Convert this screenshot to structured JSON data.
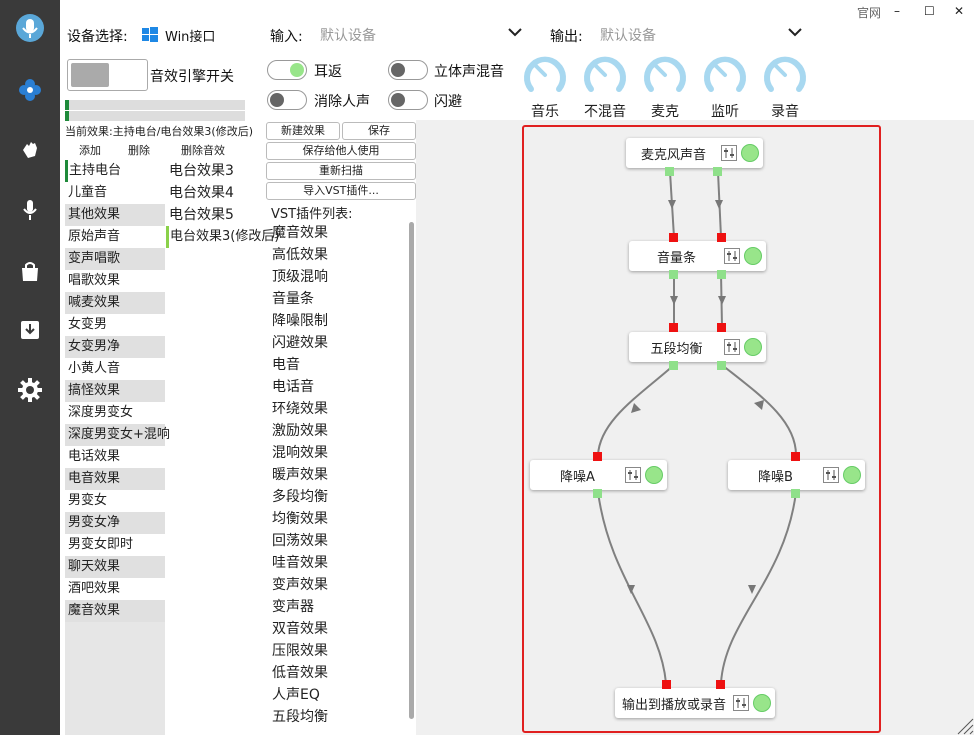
{
  "window": {
    "official_link": "官网",
    "minimize": "–",
    "maximize": "☐",
    "close": "✕"
  },
  "sidebar": {
    "icons": [
      "mic-logo-icon",
      "flower-icon",
      "hand-icon",
      "microphone-icon",
      "bag-icon",
      "download-icon",
      "gear-icon"
    ]
  },
  "device": {
    "label": "设备选择:",
    "value": "Win接口"
  },
  "input": {
    "label": "输入:",
    "value": "默认设备"
  },
  "output": {
    "label": "输出:",
    "value": "默认设备"
  },
  "engine": {
    "label": "音效引擎开关"
  },
  "toggles": {
    "monitor": {
      "label": "耳返",
      "on": true
    },
    "stereo_mix": {
      "label": "立体声混音",
      "on": false
    },
    "vocal_remove": {
      "label": "消除人声",
      "on": false
    },
    "ducking": {
      "label": "闪避",
      "on": false
    }
  },
  "knobs": [
    "音乐",
    "不混音",
    "麦克",
    "监听",
    "录音"
  ],
  "current_effect": "当前效果:主持电台/电台效果3(修改后)",
  "actions": {
    "add": "添加",
    "delete": "删除",
    "delete_effect": "删除音效"
  },
  "buttons": {
    "new_effect": "新建效果",
    "save": "保存",
    "save_share": "保存给他人使用",
    "rescan": "重新扫描",
    "import_vst": "导入VST插件..."
  },
  "categories": [
    "主持电台",
    "儿童音",
    "其他效果",
    "原始声音",
    "变声唱歌",
    "唱歌效果",
    "喊麦效果",
    "女变男",
    "女变男净",
    "小黄人音",
    "搞怪效果",
    "深度男变女",
    "深度男变女+混响",
    "电话效果",
    "电音效果",
    "男变女",
    "男变女净",
    "男变女即时",
    "聊天效果",
    "酒吧效果",
    "魔音效果"
  ],
  "presets": [
    "电台效果3",
    "电台效果4",
    "电台效果5",
    "电台效果3(修改后)"
  ],
  "vst": {
    "title": "VST插件列表:",
    "items": [
      "魔音效果",
      "高低效果",
      "顶级混响",
      "音量条",
      "降噪限制",
      "闪避效果",
      "电音",
      "电话音",
      "环绕效果",
      "激励效果",
      "混响效果",
      "暖声效果",
      "多段均衡",
      "均衡效果",
      "回荡效果",
      "哇音效果",
      "变声效果",
      "变声器",
      "双音效果",
      "压限效果",
      "低音效果",
      "人声EQ",
      "五段均衡"
    ]
  },
  "graph": {
    "nodes": {
      "mic": "麦克风声音",
      "volume": "音量条",
      "eq5": "五段均衡",
      "nr_a": "降噪A",
      "nr_b": "降噪B",
      "output": "输出到播放或录音"
    }
  }
}
